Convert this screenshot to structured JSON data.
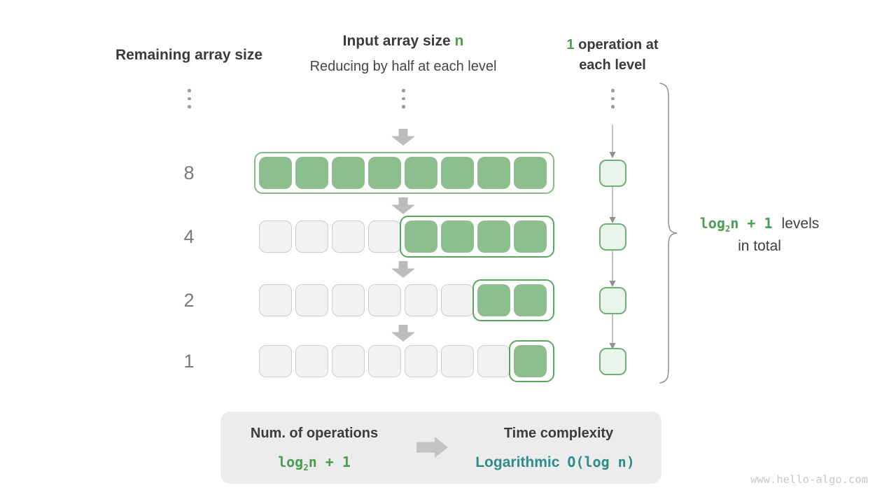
{
  "headers": {
    "left": "Remaining array size",
    "middle_line1": {
      "prefix": "Input array size ",
      "highlight": "n"
    },
    "middle_line2": "Reducing by half at each level",
    "right_line1": {
      "highlight": "1",
      "suffix": " operation at"
    },
    "right_line2": "each level"
  },
  "levels": [
    {
      "size_label": "8",
      "total_cells": 8,
      "active_cells": 8
    },
    {
      "size_label": "4",
      "total_cells": 8,
      "active_cells": 4
    },
    {
      "size_label": "2",
      "total_cells": 8,
      "active_cells": 2
    },
    {
      "size_label": "1",
      "total_cells": 8,
      "active_cells": 1
    }
  ],
  "operations_per_level": "1",
  "brace_label": {
    "formula_base": "log",
    "formula_sub": "2",
    "formula_rest": "n + 1",
    "line1_rest": "levels",
    "line2": "in total"
  },
  "summary": {
    "left_title": "Num. of operations",
    "left_formula_base": "log",
    "left_formula_sub": "2",
    "left_formula_rest": "n + 1",
    "right_title": "Time complexity",
    "right_value_word": "Logarithmic",
    "right_value_notation": "O(log n)"
  },
  "watermark": "www.hello-algo.com",
  "colors": {
    "accent_green": "#4a9d52",
    "cell_green": "#8cbe8e",
    "full_row_border": "#85bc88",
    "active_subarray_border": "#56a95c",
    "op_box_fill": "#eaf4ea",
    "op_box_border": "#6db271",
    "gray_cell_fill": "#f2f2f2",
    "gray_cell_border": "#cdcdcd",
    "block_arrow_gray": "#bcbcbc",
    "thin_arrow_gray": "#9a9a9a",
    "teal": "#2e8c8a",
    "text_dark": "#3a3a3a",
    "size_label_gray": "#7a7a7a",
    "card_bg": "#ececec",
    "watermark_gray": "#c8c8c8"
  }
}
